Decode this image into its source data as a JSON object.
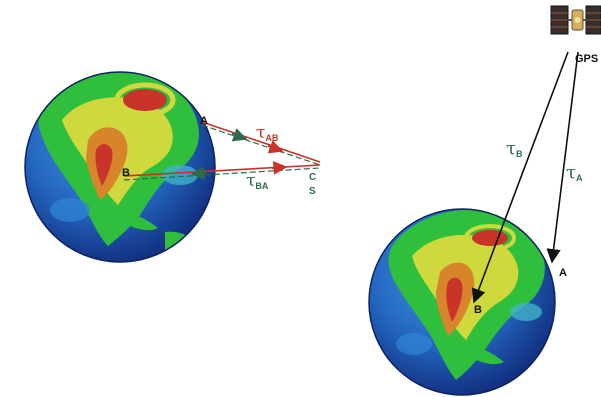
{
  "colors": {
    "ocean_deep": "#173c95",
    "ocean_light": "#2f86d6",
    "land_green": "#2fbf3c",
    "land_yellow": "#cfd83c",
    "land_orange": "#d8842a",
    "land_red": "#c8342a",
    "arrow_red": "#c8342a",
    "arrow_green": "#2e6b4c",
    "arrow_black": "#111111"
  },
  "left_panel": {
    "point_a": "A",
    "point_b": "B",
    "tau_ab": {
      "symbol": "τ",
      "subscript": "AB"
    },
    "tau_ba": {
      "symbol": "τ",
      "subscript": "BA"
    },
    "cut_label_line1": "C",
    "cut_label_line2": "S"
  },
  "right_panel": {
    "satellite_label": "GPS",
    "tau_b": {
      "symbol": "τ",
      "subscript": "B"
    },
    "tau_a": {
      "symbol": "τ",
      "subscript": "A"
    },
    "point_a": "A",
    "point_b": "B"
  }
}
